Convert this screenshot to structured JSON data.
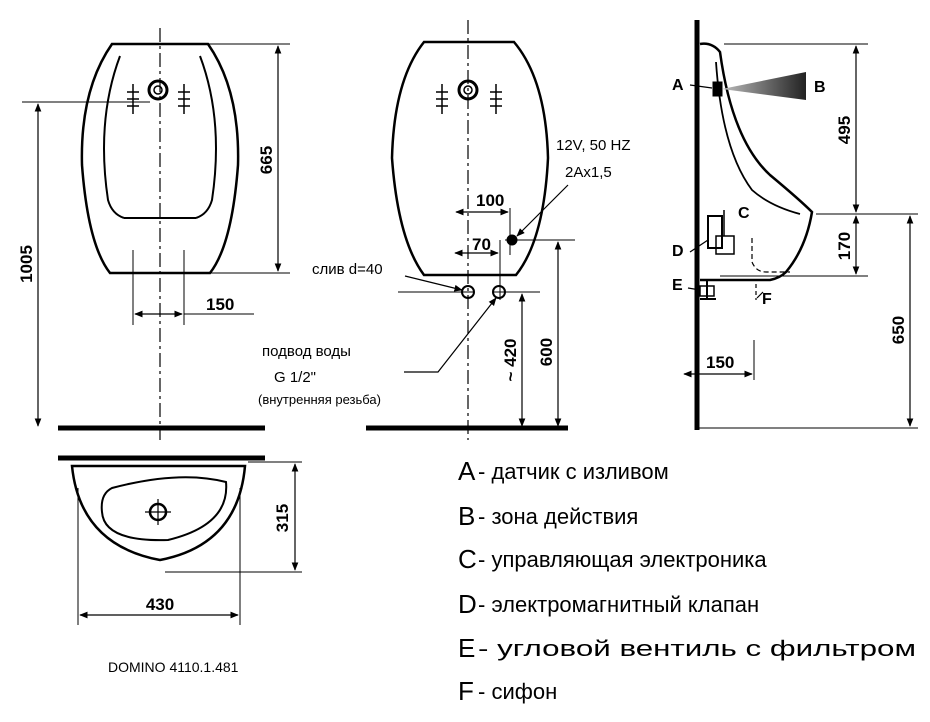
{
  "dimensions": {
    "overall_height": "1005",
    "top_to_drain": "665",
    "drain_spacing": "150",
    "pipe_offset": "100",
    "pipe_offset_small": "70",
    "drain_height_approx": "~ 420",
    "water_height": "600",
    "sensor_height": "495",
    "valve_height": "170",
    "rim_height": "650",
    "depth_side": "150",
    "depth": "315",
    "width": "430"
  },
  "annotations": {
    "power_line1": "12V, 50 HZ",
    "power_line2": "2Ax1,5",
    "drain": "слив d=40",
    "water_line1": "подвод воды",
    "water_line2": "G 1/2\"",
    "water_line3": "(внутренняя резьба)"
  },
  "side_letters": [
    "A",
    "B",
    "C",
    "D",
    "E",
    "F"
  ],
  "legend": [
    {
      "letter": "A",
      "text": "- датчик с изливом"
    },
    {
      "letter": "B",
      "text": "- зона действия"
    },
    {
      "letter": "C",
      "text": "- управляющая электроника"
    },
    {
      "letter": "D",
      "text": "- электромагнитный клапан"
    },
    {
      "letter": "E",
      "text": "- угловой вентиль с фильтром"
    },
    {
      "letter": "F",
      "text": "- сифон"
    }
  ],
  "model": "DOMINO 4110.1.481"
}
